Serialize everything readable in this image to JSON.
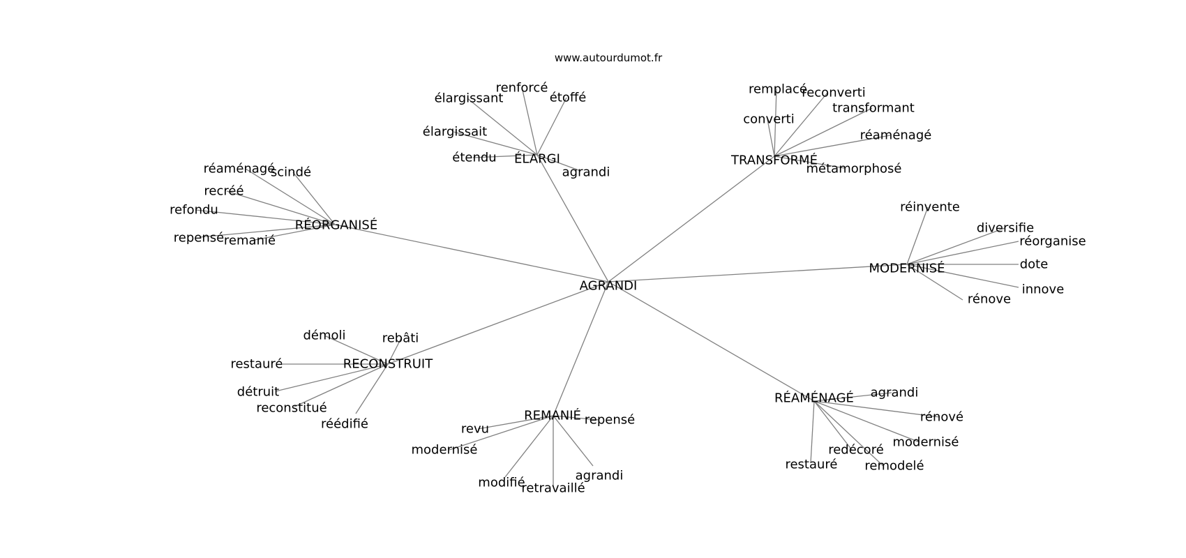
{
  "watermark": "www.autourdumot.fr",
  "root": "AGRANDI",
  "clusters": [
    {
      "label": "ÉLARGI",
      "leaves": [
        "renforcé",
        "élargissant",
        "étoffé",
        "élargissait",
        "étendu",
        "agrandi"
      ]
    },
    {
      "label": "TRANSFORMÉ",
      "leaves": [
        "remplacé",
        "reconverti",
        "transformant",
        "converti",
        "réaménagé",
        "métamorphosé"
      ]
    },
    {
      "label": "RÉORGANISÉ",
      "leaves": [
        "réaménagé",
        "scindé",
        "recréé",
        "refondu",
        "repensé",
        "remanié"
      ]
    },
    {
      "label": "MODERNISÉ",
      "leaves": [
        "réinvente",
        "diversifie",
        "réorganise",
        "dote",
        "innove",
        "rénove"
      ]
    },
    {
      "label": "RECONSTRUIT",
      "leaves": [
        "démoli",
        "rebâti",
        "restauré",
        "détruit",
        "reconstitué",
        "réédifié"
      ]
    },
    {
      "label": "REMANIÉ",
      "leaves": [
        "repensé",
        "revu",
        "modernisé",
        "agrandi",
        "modifié",
        "retravaillé"
      ]
    },
    {
      "label": "RÉAMÉNAGÉ",
      "leaves": [
        "agrandi",
        "rénové",
        "modernisé",
        "redécoré",
        "restauré",
        "remodelé"
      ]
    }
  ]
}
